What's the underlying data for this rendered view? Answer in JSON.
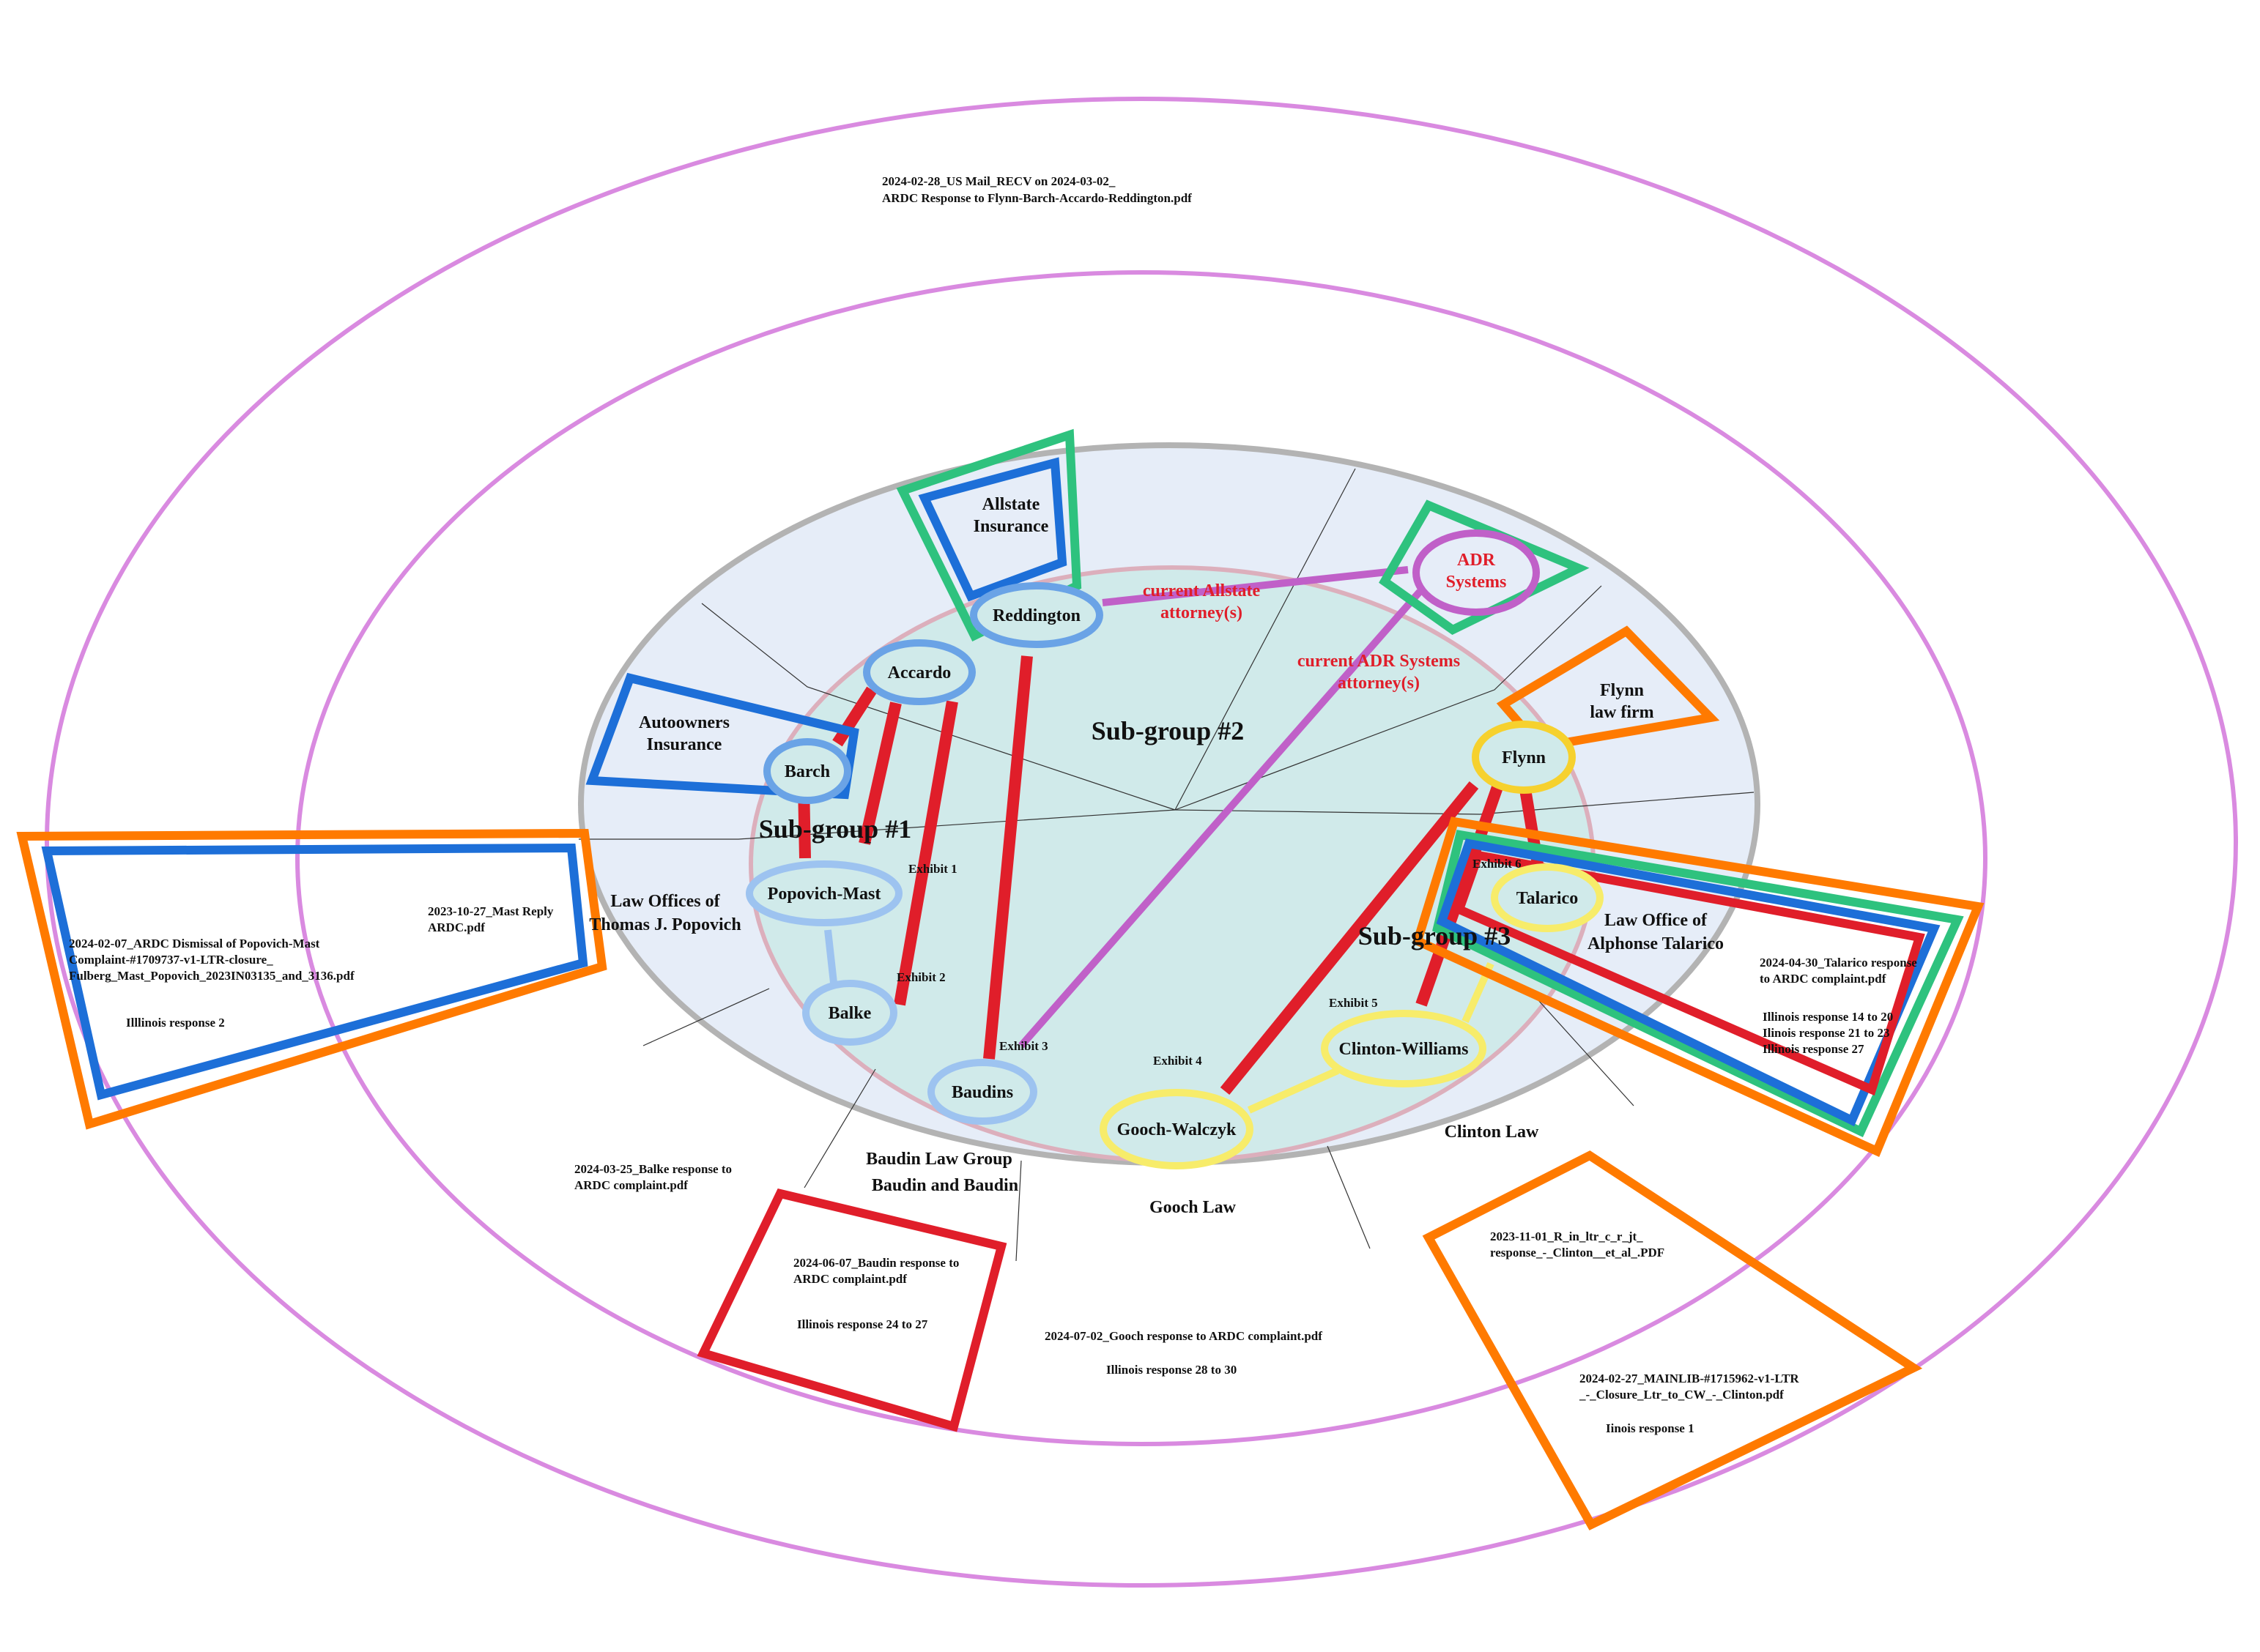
{
  "title": "ARDC complaint relationship diagram",
  "colors": {
    "outer_ring": "#d98ae0",
    "wheel_border": "#b3b3b3",
    "wheel_fill": "#e6edf8",
    "core_fill": "#d0eaea",
    "core_border": "#dcafbc",
    "link_red": "#e01e2a",
    "link_purple": "#c060c8",
    "node_blue": "#6aa3e6",
    "node_lightblue": "#9dc3f0",
    "node_yellow": "#f6d12e",
    "node_paleyellow": "#f7ec6a",
    "box_blue": "#1d6fd8",
    "box_green": "#2ec27e",
    "box_orange": "#ff7a00",
    "box_red": "#e01e2a",
    "text_red": "#e01e2a"
  },
  "subgroups": [
    {
      "id": "sg1",
      "label": "Sub-group #1"
    },
    {
      "id": "sg2",
      "label": "Sub-group #2"
    },
    {
      "id": "sg3",
      "label": "Sub-group #3"
    }
  ],
  "people": [
    {
      "id": "reddington",
      "label": "Reddington",
      "subgroup": "sg2"
    },
    {
      "id": "accardo",
      "label": "Accardo",
      "subgroup": "sg1"
    },
    {
      "id": "barch",
      "label": "Barch",
      "subgroup": "sg1"
    },
    {
      "id": "popovich_mast",
      "label": "Popovich-Mast",
      "subgroup": "sg1"
    },
    {
      "id": "balke",
      "label": "Balke",
      "subgroup": "sg1"
    },
    {
      "id": "baudins",
      "label": "Baudins",
      "subgroup": "sg1"
    },
    {
      "id": "flynn",
      "label": "Flynn",
      "subgroup": "sg3"
    },
    {
      "id": "talarico",
      "label": "Talarico",
      "subgroup": "sg3"
    },
    {
      "id": "clinton_williams",
      "label": "Clinton-Williams",
      "subgroup": "sg3"
    },
    {
      "id": "gooch_walczyk",
      "label": "Gooch-Walczyk",
      "subgroup": "sg3"
    }
  ],
  "organizations": {
    "allstate": "Allstate Insurance",
    "allstate_lines": [
      "Allstate",
      "Insurance"
    ],
    "adr": [
      "ADR",
      "Systems"
    ],
    "autoowners": [
      "Autoowners",
      "Insurance"
    ],
    "flynn_firm": [
      "Flynn",
      "law firm"
    ],
    "popovich_firm": [
      "Law Offices of",
      "Thomas J. Popovich"
    ],
    "talarico_firm": [
      "Law Office of",
      "Alphonse Talarico"
    ],
    "baudin_firm": [
      "Baudin Law Group",
      "Baudin and Baudin"
    ],
    "gooch_firm": "Gooch Law",
    "clinton_firm": "Clinton Law"
  },
  "annotations": {
    "allstate_attorney": [
      "current Allstate",
      "attorney(s)"
    ],
    "adr_attorney": [
      "current ADR Systems",
      "attorney(s)"
    ]
  },
  "exhibits": [
    "Exhibit 1",
    "Exhibit 2",
    "Exhibit 3",
    "Exhibit 4",
    "Exhibit 5",
    "Exhibit 6"
  ],
  "documents": {
    "ardc_response": [
      "2024-02-28_US Mail_RECV on 2024-03-02_",
      "ARDC Response to Flynn-Barch-Accardo-Reddington.pdf"
    ],
    "mast_reply": [
      "2023-10-27_Mast Reply",
      "ARDC.pdf"
    ],
    "ardc_dismissal": [
      "2024-02-07_ARDC Dismissal of Popovich-Mast",
      " Complaint-#1709737-v1-LTR-closure_",
      "Fulberg_Mast_Popovich_2023IN03135_and_3136.pdf"
    ],
    "ardc_dismissal_note": "Illlinois response 2",
    "balke_response": [
      "2024-03-25_Balke response to",
      "ARDC complaint.pdf"
    ],
    "baudin_response": [
      "2024-06-07_Baudin response to",
      "ARDC complaint.pdf"
    ],
    "baudin_note": "Illinois response 24 to 27",
    "gooch_response": "2024-07-02_Gooch response to ARDC complaint.pdf",
    "gooch_note": "Illinois response 28 to 30",
    "clinton_response": [
      "2023-11-01_R_in_ltr_c_r_jt_",
      "response_-_Clinton__et_al_.PDF"
    ],
    "clinton_closure": [
      "2024-02-27_MAINLIB-#1715962-v1-LTR",
      "_-_Closure_Ltr_to_CW_-_Clinton.pdf"
    ],
    "clinton_note": "Iinois response 1",
    "talarico_response": [
      "2024-04-30_Talarico response",
      " to ARDC complaint.pdf"
    ],
    "talarico_notes": [
      "Illinois response 14 to 20",
      "Ilinois response 21 to 23",
      "Illinois response 27"
    ]
  }
}
